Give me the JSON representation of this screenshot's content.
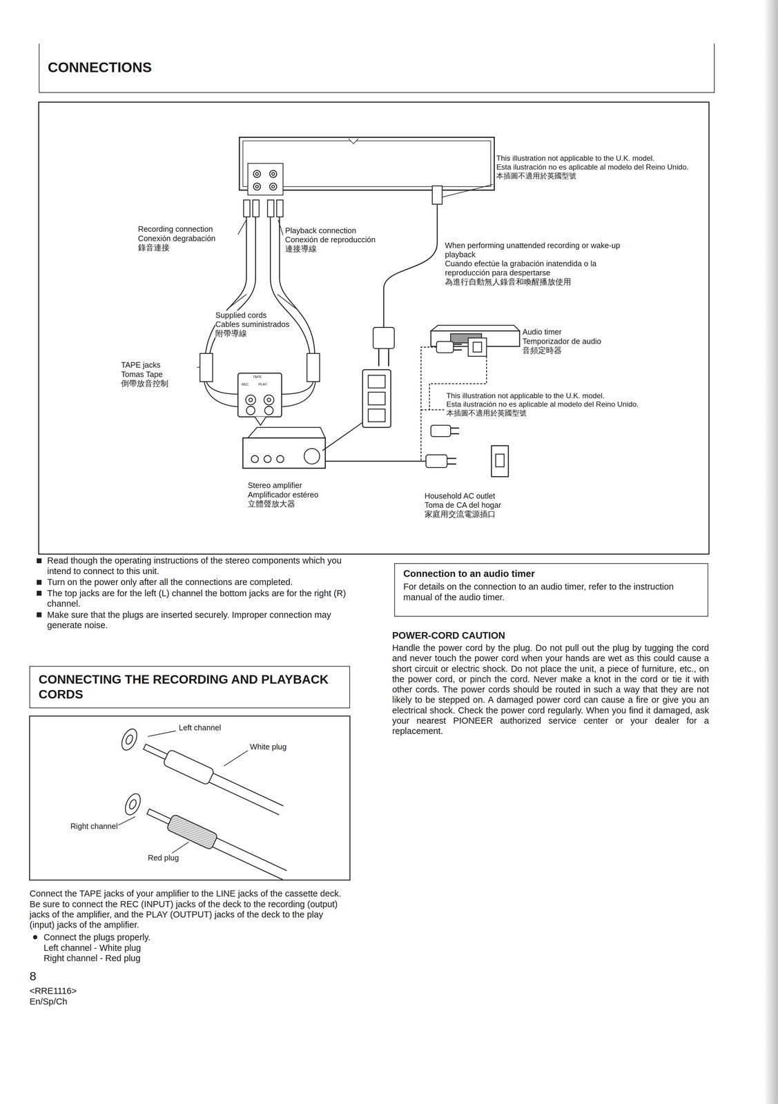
{
  "diagram": {
    "nodes": [
      {
        "text": [
          "CONNECTIONS"
        ]
      },
      {
        "text": [
          "CONNECTING THE RECORDING AND PLAYBACK CORDS"
        ]
      },
      {
        "text": [
          "Connection to an audio timer",
          "For details on the connection to an audio timer, refer to the instruction manual of the audio timer."
        ]
      }
    ],
    "labels": [
      "This illustration not applicable to the U.K. model.",
      "Esta ilustración no es aplicable al modelo del Reino Unido.",
      "本插圖不適用於英國型號",
      "Recording connection",
      "Conexión degrabación",
      "錄音連接",
      "Playback connection",
      "Conexión de reproducción",
      "連接導線",
      "When performing unattended recording or wake-up playback",
      "Cuando efectúe la grabación inatendida o la reproducción para despertarse",
      "為進行自動無人錄音和喚醒播放使用",
      "Supplied cords",
      "Cables suministrados",
      "附帶導線",
      "TAPE jacks",
      "Tomas Tape",
      "倒帶放音控制",
      "Audio timer",
      "Temporizador de audio",
      "音頻定時器",
      "This illustration not applicable to the U.K. model.",
      "Esta ilustración no es aplicable al modelo del Reino Unido.",
      "本插圖不適用於英國型號",
      "TAPE",
      "REC",
      "PLAY",
      "Stereo amplifier",
      "Amplificador estéreo",
      "立體聲放大器",
      "Household AC outlet",
      "Toma de CA del hogar",
      "家庭用交流電源插口",
      "Read though the operating instructions of the stereo components which you intend to connect to this unit.",
      "Turn on the power only after all the connections are completed.",
      "The top jacks are for the left (L) channel the bottom jacks are for the right (R) channel.",
      "Make sure that the plugs are inserted securely. Improper connection may generate noise.",
      "Left channel",
      "White plug",
      "Right channel",
      "Red plug",
      "Connect the TAPE jacks of your amplifier to the LINE jacks of the cassette deck. Be sure to connect the REC (INPUT) jacks of the deck to the recording (output) jacks of the amplifier, and the PLAY (OUTPUT) jacks of the deck to the play (input) jacks of the amplifier.",
      "Connect the plugs properly.",
      "Left channel - White plug",
      "Right channel - Red plug",
      "8",
      "<RRE1116>",
      "En/Sp/Ch",
      "POWER-CORD CAUTION",
      "Handle the power cord by the plug. Do not pull out the plug by tugging the cord and never touch the power cord when your hands are wet as this could cause a short circuit or electric shock. Do not place the unit, a piece of furniture, etc., on the power cord, or pinch the cord. Never make a knot in the cord or tie it with other cords. The power cords should be routed in such a way that they are not likely to be stepped on. A damaged power cord can cause a fire or give you an electrical shock. Check the power cord regularly. When you find it damaged, ask your nearest PIONEER authorized service center or your dealer for a replacement."
    ]
  }
}
